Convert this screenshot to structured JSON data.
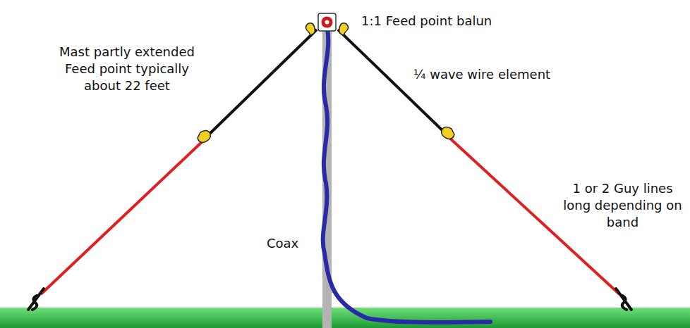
{
  "diagram": {
    "labels": [
      "Mast partly extended Feed point typically about 22 feet",
      "1:1 Feed point balun",
      "¼ wave wire element",
      "1 or 2 Guy lines long depending on band",
      "Coax"
    ]
  }
}
